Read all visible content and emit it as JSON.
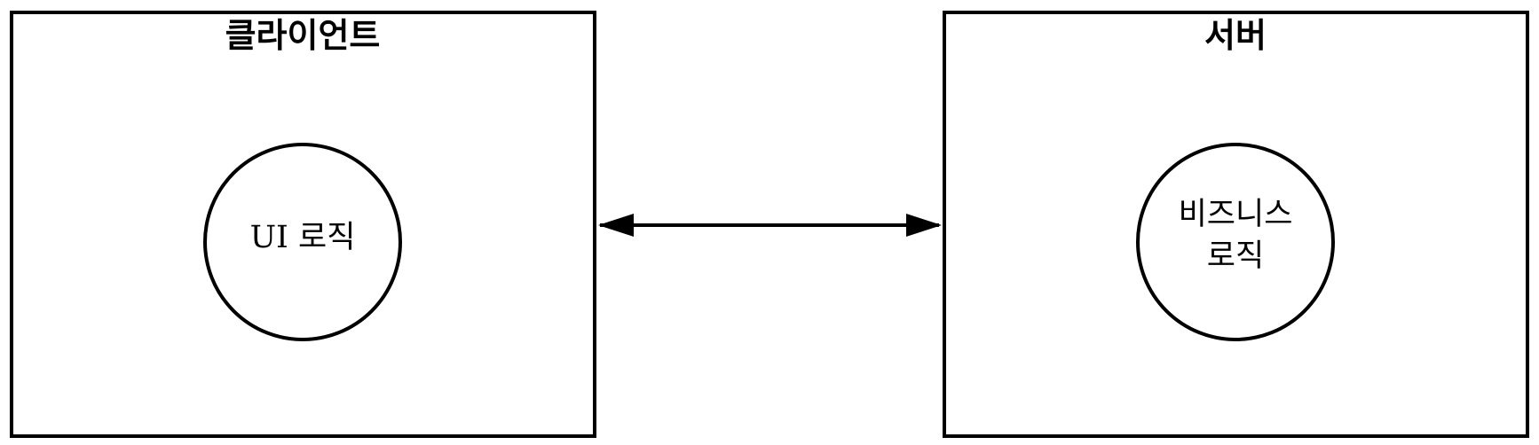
{
  "client": {
    "title": "클라이언트",
    "logic_label": "UI 로직"
  },
  "server": {
    "title": "서버",
    "logic_label_line1": "비즈니스",
    "logic_label_line2": "로직"
  },
  "connector": {
    "type": "bidirectional-arrow"
  },
  "colors": {
    "stroke": "#000000",
    "background": "#ffffff"
  }
}
